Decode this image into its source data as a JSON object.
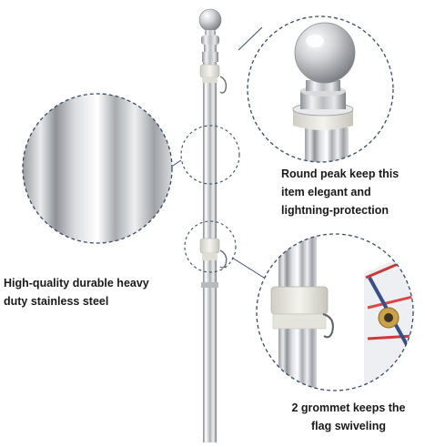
{
  "callouts": {
    "peak": {
      "line1": "Round peak keep this",
      "line2": "item elegant and",
      "line3": "lightning-protection"
    },
    "steel": {
      "line1": "High-quality durable heavy",
      "line2": "duty stainless steel"
    },
    "grommet": {
      "line1": "2 grommet keeps the",
      "line2": "flag swiveling"
    }
  },
  "colors": {
    "dashed_ring": "#3a4a66",
    "pole_silver": "#c8cacd",
    "ring_ivory": "#ecebe4",
    "grommet_gold": "#c9a24a"
  }
}
